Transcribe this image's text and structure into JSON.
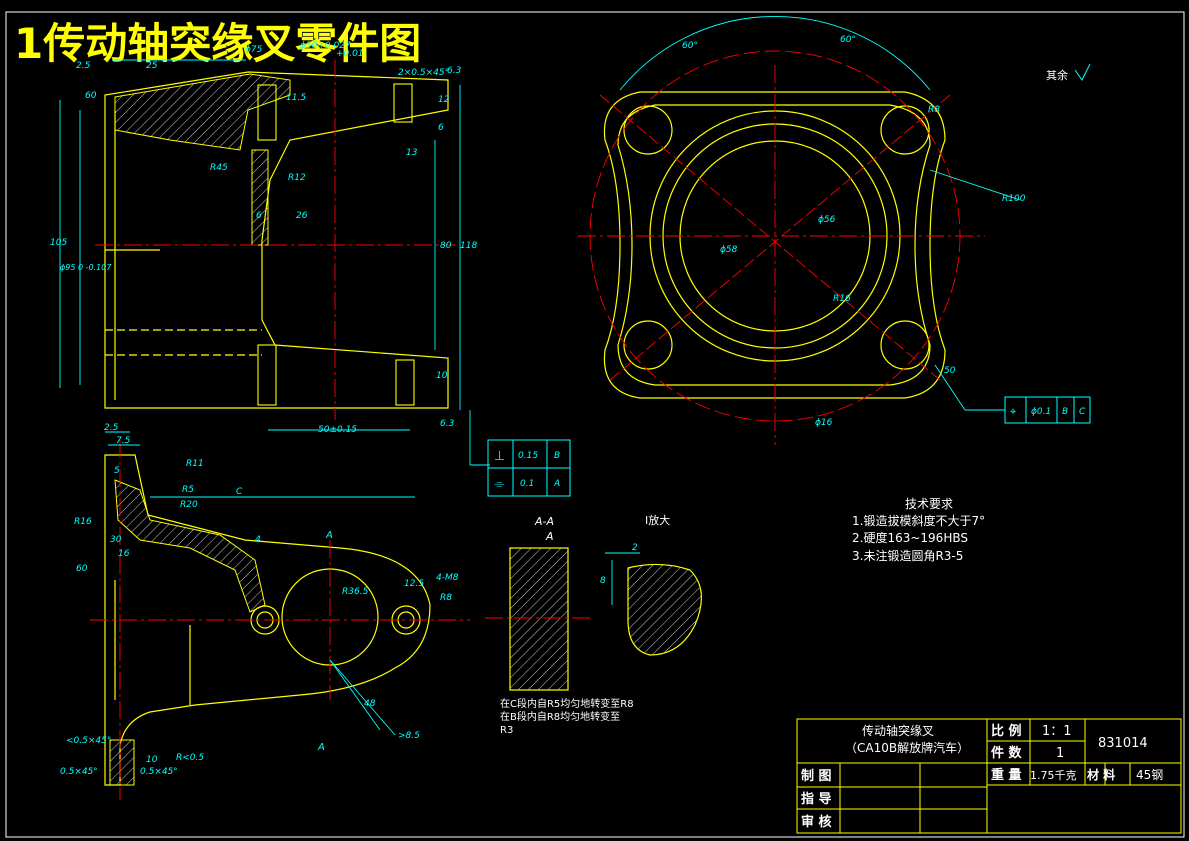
{
  "title": "1传动轴突缘叉零件图",
  "roughness_note": "其余",
  "tech_requirements": {
    "heading": "技术要求",
    "items": [
      "1.锻造拔模斜度不大于7°",
      "2.硬度163~196HBS",
      "3.未注锻造圆角R3-5"
    ]
  },
  "section_label": "A-A",
  "section_sub": "A",
  "detail_label": "I放大",
  "note_lines": [
    "在C段内自R5均匀地转变至R8",
    "在B段内自R8均匀地转变至",
    "R3"
  ],
  "tolerance_frame_top": [
    [
      "⊥",
      "0.15",
      "B"
    ],
    [
      "⌯",
      "0.1",
      "A"
    ]
  ],
  "tolerance_frame_right": [
    "⌖",
    "ϕ0.1",
    "B",
    "C"
  ],
  "dimensions_front": [
    "2.5",
    "25",
    "ϕ75",
    "ϕ50+0.027",
    "+0.01",
    "2×0.5×45°",
    "6.3",
    "60",
    "11.5",
    "12",
    "6",
    "13",
    "R45",
    "R12",
    "6",
    "26",
    "105",
    "ϕ95 0 -0.107",
    "80",
    "118",
    "10",
    "50±0.15",
    "6.3"
  ],
  "dimensions_top": [
    "60°",
    "60°",
    "R8",
    "R100",
    "ϕ56",
    "ϕ58",
    "R16",
    "ϕ16",
    "50"
  ],
  "dimensions_side": [
    "2.5",
    "7.5",
    "5",
    "R11",
    "R5",
    "R20",
    "R16",
    "C",
    "30",
    "16",
    "4",
    "60",
    "R36.5",
    "12.5",
    "4-M8",
    "R8",
    "<0.5×45°",
    "0.5×45°",
    "0.5×45°",
    "10",
    "R<0.5",
    "48",
    ">8.5",
    "A",
    "A"
  ],
  "dimensions_detail": [
    "2",
    "8"
  ],
  "title_block": {
    "part_name": "传动轴突缘叉",
    "vehicle": "（CA10B解放牌汽车）",
    "scale_label": "比 例",
    "scale_value": "1：1",
    "qty_label": "件 数",
    "qty_value": "1",
    "weight_label": "重 量",
    "weight_value": "1.75千克",
    "material_label": "材 料",
    "material_value": "45钢",
    "drawing_no": "831014",
    "drawn_by": "制 图",
    "guided_by": "指 导",
    "reviewed_by": "审 核"
  },
  "colors": {
    "background": "#000000",
    "outline": "#ffff00",
    "dimension": "#00ffff",
    "center_line": "#ff0000",
    "title_text": "#ffff00"
  }
}
